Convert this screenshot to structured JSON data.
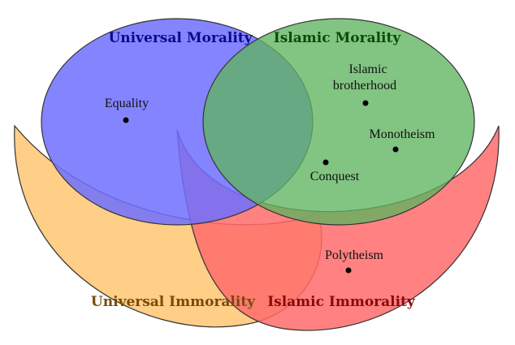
{
  "sets": {
    "universal_morality": {
      "label": "Universal Morality",
      "color": "#0a0a8c",
      "fill": "#7b7bff"
    },
    "islamic_morality": {
      "label": "Islamic Morality",
      "color": "#0a4a0a",
      "fill": "#6fbf6f"
    },
    "universal_immorality": {
      "label": "Universal Immorality",
      "color": "#7a4a0a",
      "fill": "#ffc97a"
    },
    "islamic_immorality": {
      "label": "Islamic Immorality",
      "color": "#8a0a0a",
      "fill": "#ff6b6b"
    }
  },
  "items": [
    {
      "id": "equality",
      "lines": [
        "Equality"
      ]
    },
    {
      "id": "islamic-brotherhood",
      "lines": [
        "Islamic",
        "brotherhood"
      ]
    },
    {
      "id": "monotheism",
      "lines": [
        "Monotheism"
      ]
    },
    {
      "id": "conquest",
      "lines": [
        "Conquest"
      ]
    },
    {
      "id": "polytheism",
      "lines": [
        "Polytheism"
      ]
    }
  ]
}
